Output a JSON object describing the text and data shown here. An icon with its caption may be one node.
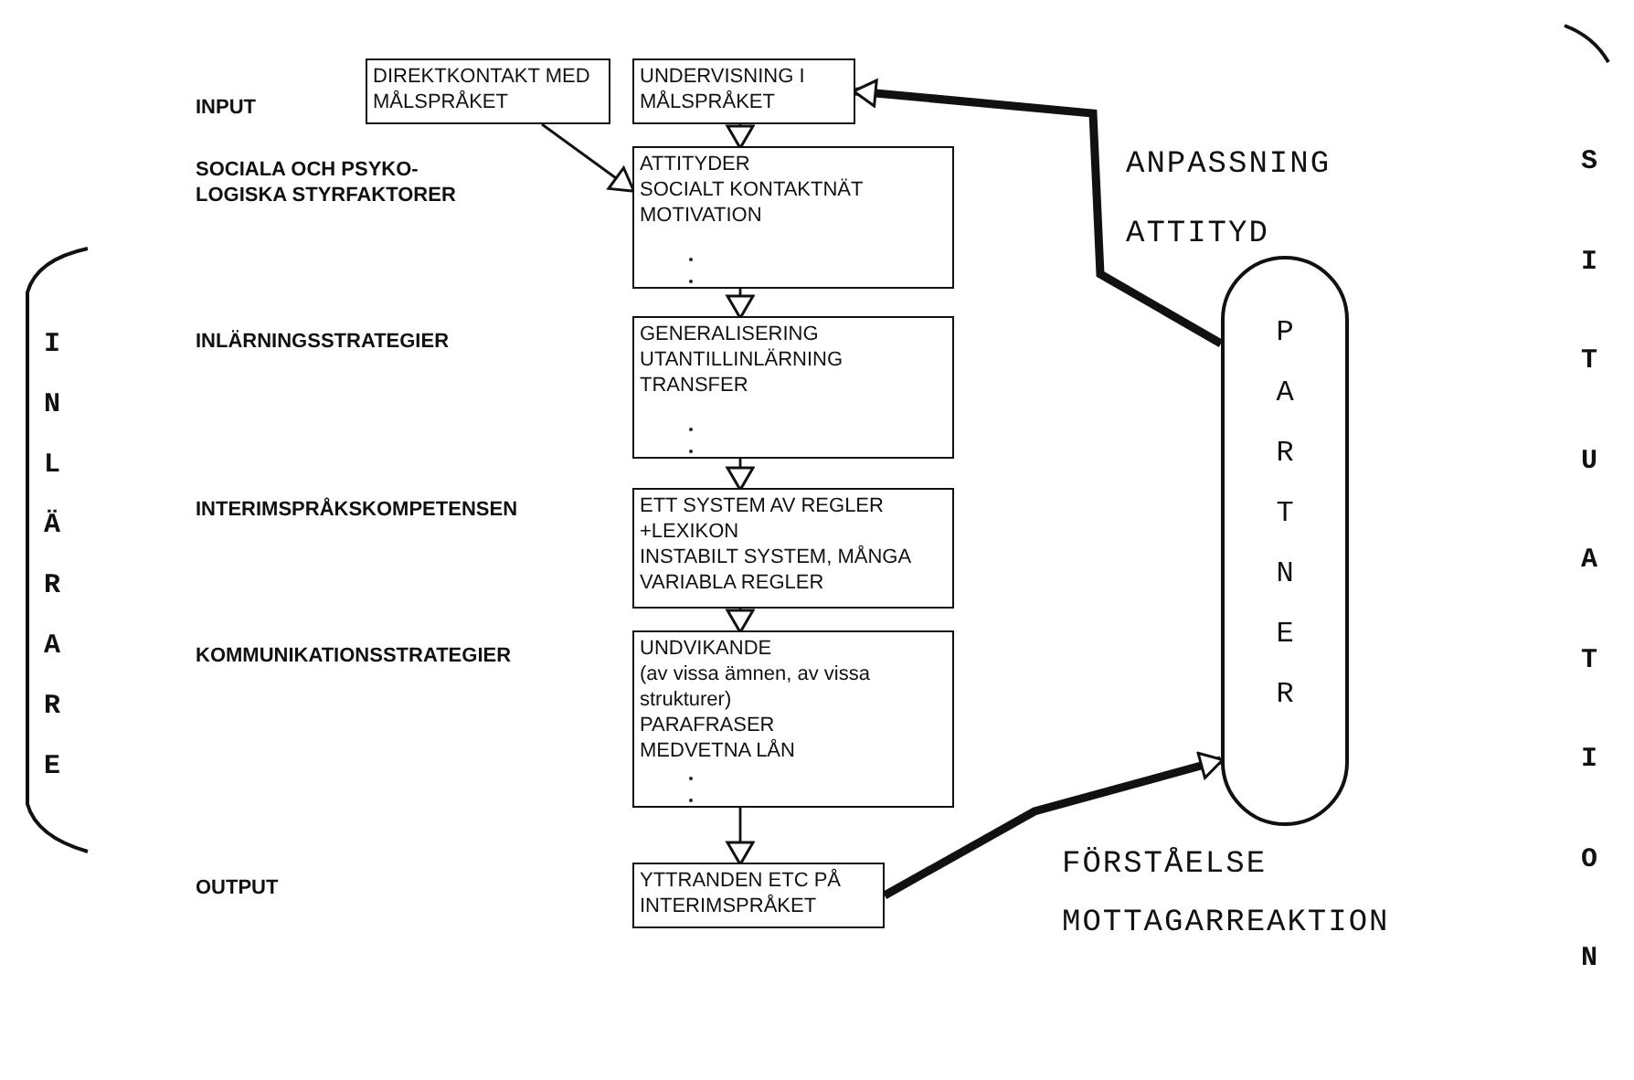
{
  "diagram": {
    "nodes": [
      {
        "text": [
          "DIREKTKONTAKT MED MÅLSPRÅKET"
        ]
      },
      {
        "text": [
          "UNDERVISNING I MÅLSPRÅKET"
        ]
      },
      {
        "text": [
          "ATTITYDER",
          "SOCIALT KONTAKTNÄT",
          "MOTIVATION"
        ]
      },
      {
        "text": [
          "GENERALISERING",
          "UTANTILLINLÄRNING",
          "TRANSFER"
        ]
      },
      {
        "text": [
          "ETT SYSTEM AV REGLER +LEXIKON",
          "INSTABILT SYSTEM, MÅNGA VARIABLA REGLER"
        ]
      },
      {
        "text": [
          "UNDVIKANDE",
          "(av vissa ämnen, av vissa strukturer)",
          "PARAFRASER",
          "MEDVETNA LÅN"
        ]
      },
      {
        "text": [
          "YTTRANDEN ETC PÅ INTERIMSPRÅKET"
        ]
      },
      {
        "text": [
          "PARTNER"
        ]
      }
    ],
    "edges": [
      {
        "from": 0,
        "to": 2,
        "arrow": "to"
      },
      {
        "from": 1,
        "to": 2,
        "arrow": "to"
      },
      {
        "from": 2,
        "to": 3,
        "arrow": "to"
      },
      {
        "from": 3,
        "to": 4,
        "arrow": "to"
      },
      {
        "from": 4,
        "to": 5,
        "arrow": "to"
      },
      {
        "from": 5,
        "to": 6,
        "arrow": "to"
      },
      {
        "from": 7,
        "to": 1,
        "arrow": "to",
        "label": "ANPASSNING ATTITYD",
        "style": "thick"
      },
      {
        "from": 6,
        "to": 7,
        "arrow": "to",
        "label": "FÖRSTÅELSE MOTTAGARREAKTION",
        "style": "thick"
      }
    ],
    "labels": [
      "INPUT",
      "SOCIALA OCH PSYKO- LOGISKA STYRFAKTORER",
      "INLÄRNINGSSTRATEGIER",
      "INTERIMSPRÅKSKOMPETENSEN",
      "KOMMUNIKATIONSSTRATEGIER",
      "OUTPUT",
      "INLÄRARE",
      "SITUATION"
    ]
  }
}
